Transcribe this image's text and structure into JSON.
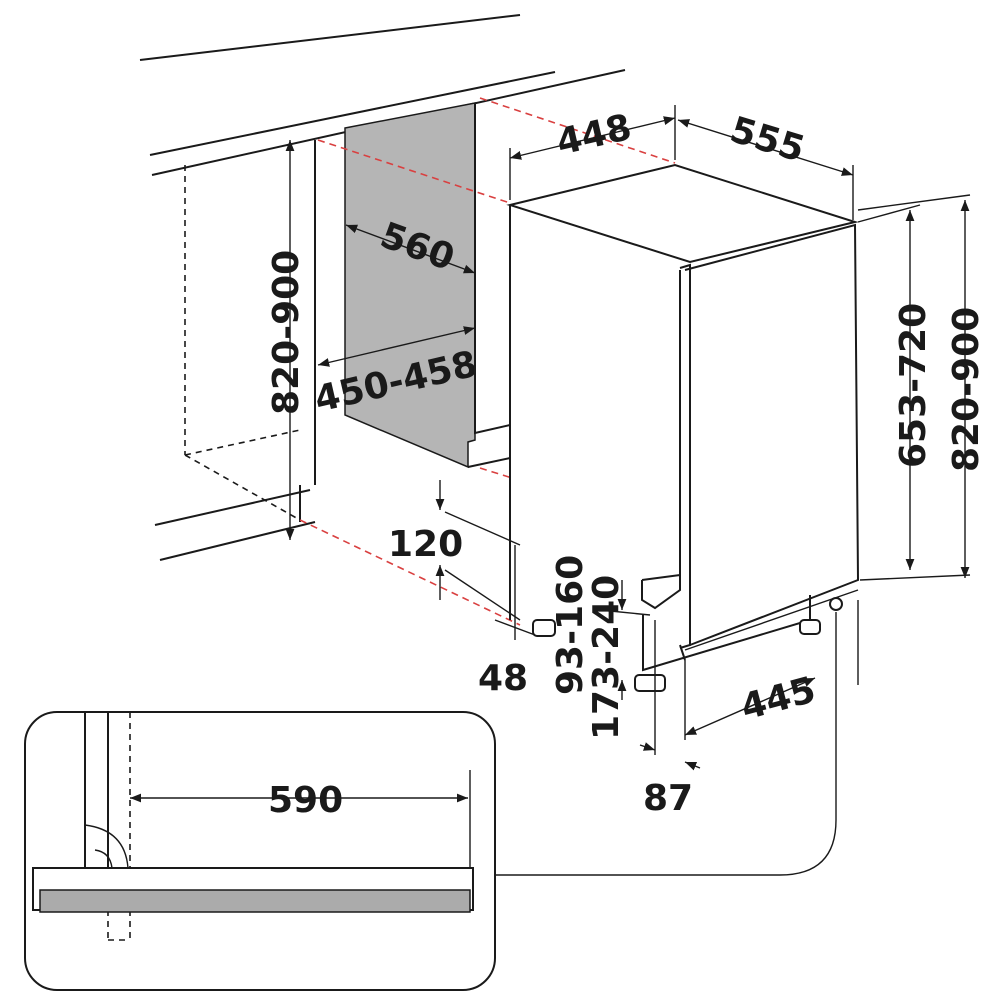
{
  "diagram": {
    "dimensions": {
      "width_niche": "448",
      "depth": "555",
      "niche_depth": "560",
      "niche_width": "450-458",
      "niche_height": "820-900",
      "door_height": "653-720",
      "appliance_height": "820-900",
      "plinth_depth": "120",
      "plinth_gap": "48",
      "foot_height_front": "93-160",
      "foot_height_rear": "173-240",
      "width_front": "445",
      "door_offset": "87",
      "detail_depth": "590"
    },
    "colors": {
      "line": "#1a1a1a",
      "niche_fill": "#b5b5b5",
      "red_guide": "#d94040",
      "counter_fill": "#ababab"
    },
    "icons": [
      "arrowhead",
      "circle-indicator"
    ]
  }
}
